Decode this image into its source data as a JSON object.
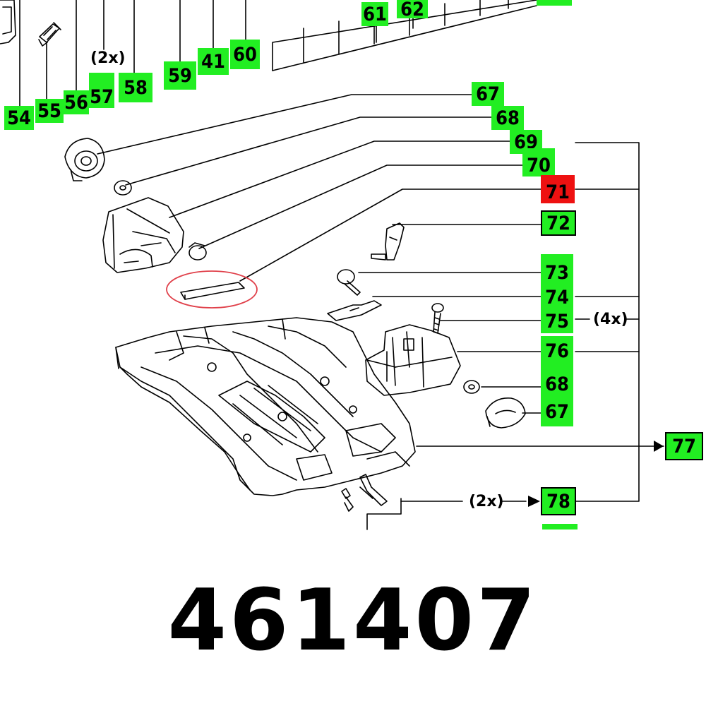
{
  "colors": {
    "label_green": "#22ee22",
    "label_red": "#ee1111",
    "ink": "#000000",
    "highlight_ellipse": "#e0404a"
  },
  "callouts": {
    "l61": "61",
    "l62": "62",
    "l54": "54",
    "l55": "55",
    "l56": "56",
    "l57": "57",
    "l58": "58",
    "l59": "59",
    "l41": "41",
    "l60": "60",
    "l67a": "67",
    "l68a": "68",
    "l69": "69",
    "l70": "70",
    "l71": "71",
    "l72": "72",
    "l73": "73",
    "l74": "74",
    "l75": "75",
    "l76": "76",
    "l68b": "68",
    "l67b": "67",
    "l77": "77",
    "l78": "78"
  },
  "notes": {
    "qty_57": "(2x)",
    "qty_75": "(4x)",
    "qty_78": "(2x)"
  },
  "highlighted_part": "71",
  "part_number": "461407"
}
